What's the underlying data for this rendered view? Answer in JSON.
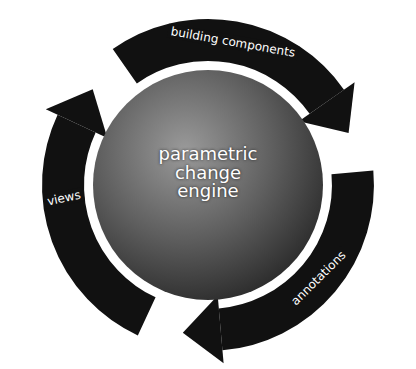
{
  "diagram": {
    "nodes": [
      {
        "text": [
          "parametric change engine"
        ]
      }
    ],
    "labels": [
      "building components",
      "views",
      "annotations"
    ]
  }
}
